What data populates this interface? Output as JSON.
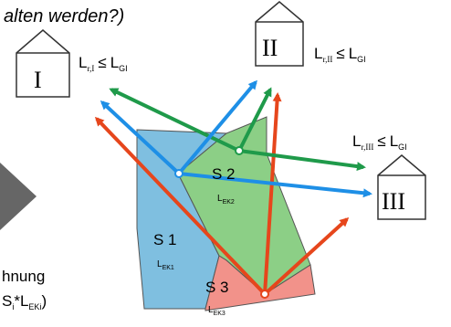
{
  "header_fragment": "alten werden?)",
  "receivers": [
    {
      "id": "I",
      "roman": "I",
      "condition": {
        "L": "L",
        "sub": "r,I",
        "op": "≤",
        "G": "L",
        "gsub": "GI"
      }
    },
    {
      "id": "II",
      "roman": "II",
      "condition": {
        "L": "L",
        "sub": "r,II",
        "op": "≤",
        "G": "L",
        "gsub": "GI"
      }
    },
    {
      "id": "III",
      "roman": "III",
      "condition": {
        "L": "L",
        "sub": "r,III",
        "op": "≤",
        "G": "L",
        "gsub": "GI"
      }
    }
  ],
  "sources": [
    {
      "id": "S1",
      "name": "S 1",
      "L": "L",
      "sub": "EK1"
    },
    {
      "id": "S2",
      "name": "S 2",
      "L": "L",
      "sub": "EK2"
    },
    {
      "id": "S3",
      "name": "S 3",
      "L": "L",
      "sub": "EK3"
    }
  ],
  "left_text": {
    "line1": "hnung",
    "line2_pre": "S",
    "line2_sub1": "i",
    "line2_mid": "*L",
    "line2_sub2": "EKi",
    "line2_post": ")"
  },
  "colors": {
    "s1_fill": "#7fbfe0",
    "s2_fill": "#8ccf86",
    "s3_fill": "#f2928a",
    "arrow_blue": "#1e8fe6",
    "arrow_green": "#1f9a4a",
    "arrow_red": "#e6461c",
    "big_arrow": "#666666"
  }
}
